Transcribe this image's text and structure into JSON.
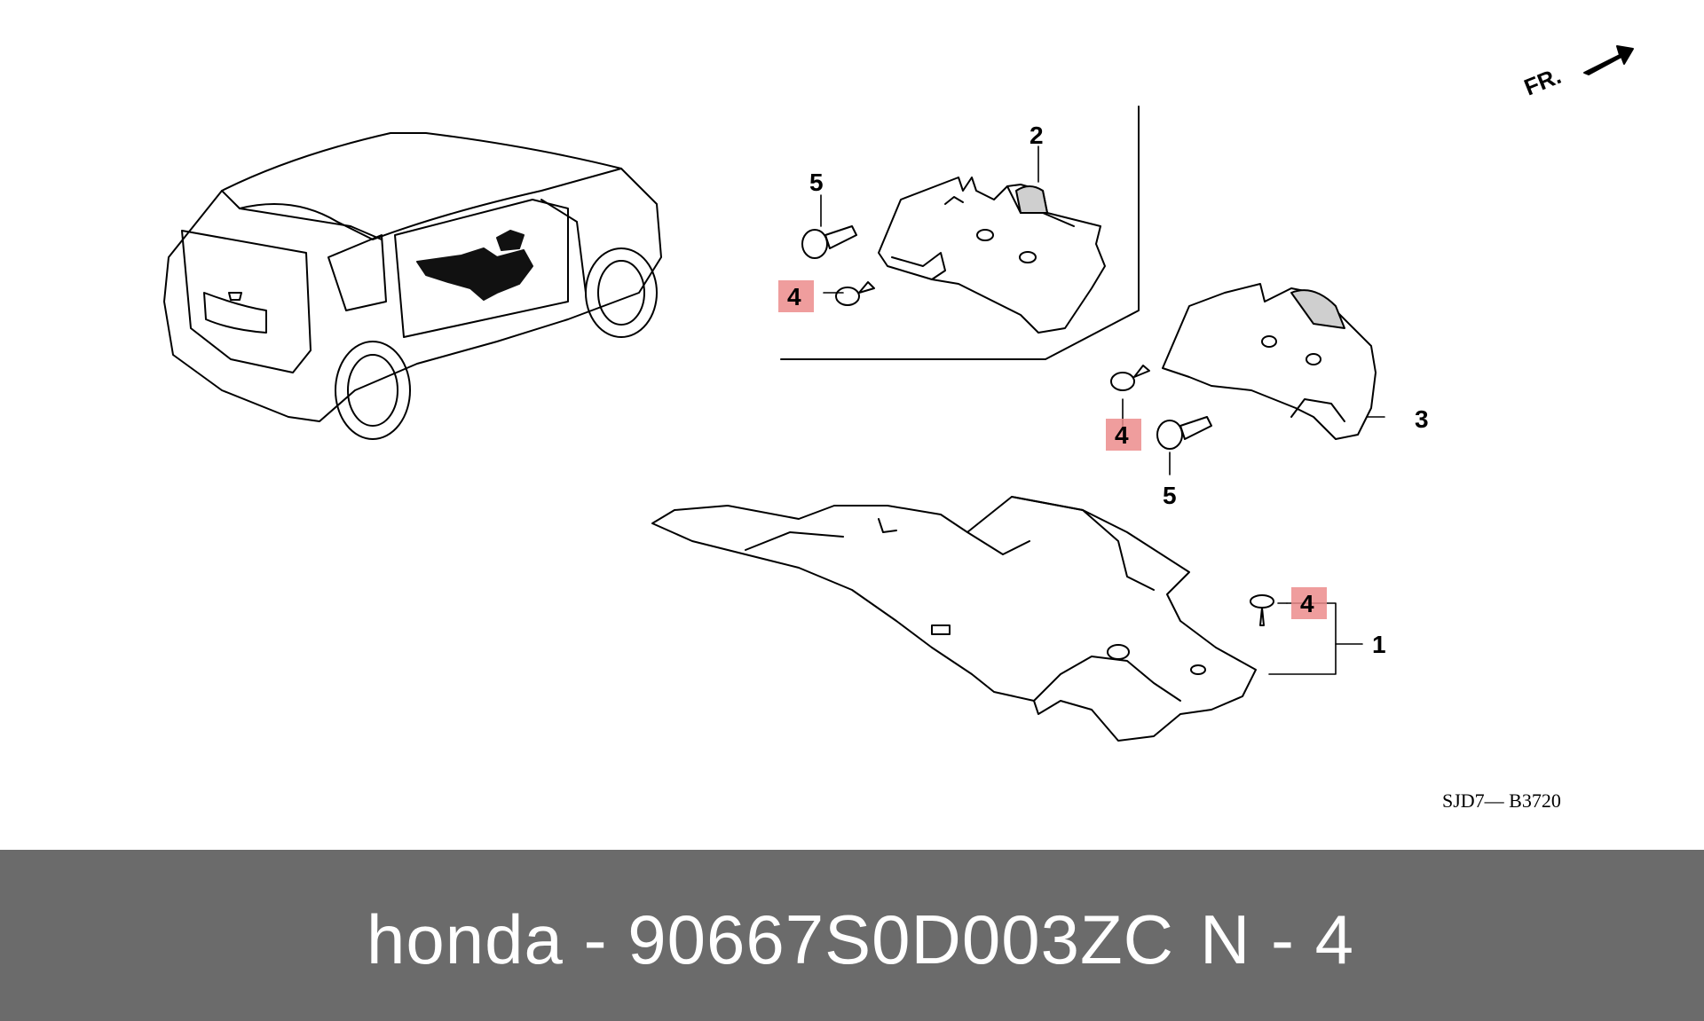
{
  "diagram": {
    "direction_label": "FR.",
    "drawing_code": "SJD7— B3720",
    "callouts": [
      {
        "id": "c1",
        "label": "1"
      },
      {
        "id": "c2",
        "label": "2"
      },
      {
        "id": "c3",
        "label": "3"
      },
      {
        "id": "c4a",
        "label": "4",
        "highlighted": true
      },
      {
        "id": "c4b",
        "label": "4",
        "highlighted": true
      },
      {
        "id": "c4c",
        "label": "4",
        "highlighted": true
      },
      {
        "id": "c5a",
        "label": "5"
      },
      {
        "id": "c5b",
        "label": "5"
      }
    ],
    "highlight_color": "#ec8c8c"
  },
  "footer": {
    "brand_part": "honda - 90667S0D003ZC",
    "ref": "N - 4",
    "background": "#6b6b6b"
  }
}
